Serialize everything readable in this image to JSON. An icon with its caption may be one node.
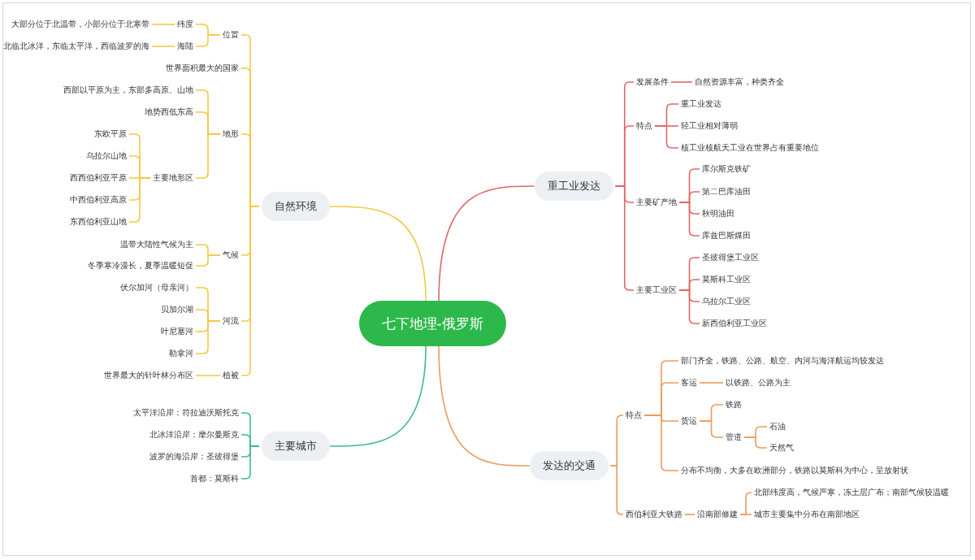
{
  "diagram": {
    "nodes": [
      {
        "text": [
          "七下地理-俄罗斯"
        ]
      },
      {
        "text": [
          "自然环境"
        ]
      },
      {
        "text": [
          "位置"
        ]
      },
      {
        "text": [
          "纬度"
        ]
      },
      {
        "text": [
          "大部分位于北温带，小部分位于北寒带"
        ]
      },
      {
        "text": [
          "海陆"
        ]
      },
      {
        "text": [
          "北临北冰洋，东临太平洋，西临波罗的海"
        ]
      },
      {
        "text": [
          "世界面积最大的国家"
        ]
      },
      {
        "text": [
          "地形"
        ]
      },
      {
        "text": [
          "西部以平原为主，东部多高原、山地"
        ]
      },
      {
        "text": [
          "地势西低东高"
        ]
      },
      {
        "text": [
          "主要地形区"
        ]
      },
      {
        "text": [
          "东欧平原"
        ]
      },
      {
        "text": [
          "乌拉尔山地"
        ]
      },
      {
        "text": [
          "西西伯利亚平原"
        ]
      },
      {
        "text": [
          "中西伯利亚高原"
        ]
      },
      {
        "text": [
          "东西伯利亚山地"
        ]
      },
      {
        "text": [
          "气候"
        ]
      },
      {
        "text": [
          "温带大陆性气候为主"
        ]
      },
      {
        "text": [
          "冬季寒冷漫长，夏季温暖短促"
        ]
      },
      {
        "text": [
          "河流"
        ]
      },
      {
        "text": [
          "伏尔加河（母亲河）"
        ]
      },
      {
        "text": [
          "贝加尔湖"
        ]
      },
      {
        "text": [
          "叶尼塞河"
        ]
      },
      {
        "text": [
          "勒拿河"
        ]
      },
      {
        "text": [
          "植被"
        ]
      },
      {
        "text": [
          "世界最大的针叶林分布区"
        ]
      },
      {
        "text": [
          "主要城市"
        ]
      },
      {
        "text": [
          "太平洋沿岸：符拉迪沃斯托克"
        ]
      },
      {
        "text": [
          "北冰洋沿岸：摩尔曼斯克"
        ]
      },
      {
        "text": [
          "波罗的海沿岸：圣彼得堡"
        ]
      },
      {
        "text": [
          "首都：莫斯科"
        ]
      },
      {
        "text": [
          "重工业发达"
        ]
      },
      {
        "text": [
          "发展条件"
        ]
      },
      {
        "text": [
          "自然资源丰富，种类齐全"
        ]
      },
      {
        "text": [
          "特点"
        ]
      },
      {
        "text": [
          "重工业发达"
        ]
      },
      {
        "text": [
          "轻工业相对薄弱"
        ]
      },
      {
        "text": [
          "核工业核航天工业在世界占有重要地位"
        ]
      },
      {
        "text": [
          "主要矿产地"
        ]
      },
      {
        "text": [
          "库尔斯克铁矿"
        ]
      },
      {
        "text": [
          "第二巴库油田"
        ]
      },
      {
        "text": [
          "秋明油田"
        ]
      },
      {
        "text": [
          "库兹巴斯煤田"
        ]
      },
      {
        "text": [
          "主要工业区"
        ]
      },
      {
        "text": [
          "圣彼得堡工业区"
        ]
      },
      {
        "text": [
          "莫斯科工业区"
        ]
      },
      {
        "text": [
          "乌拉尔工业区"
        ]
      },
      {
        "text": [
          "新西伯利亚工业区"
        ]
      },
      {
        "text": [
          "发达的交通"
        ]
      },
      {
        "text": [
          "特点"
        ]
      },
      {
        "text": [
          "部门齐全，铁路、公路、航空、内河与海洋航运均较发达"
        ]
      },
      {
        "text": [
          "客运"
        ]
      },
      {
        "text": [
          "以铁路、公路为主"
        ]
      },
      {
        "text": [
          "货运"
        ]
      },
      {
        "text": [
          "铁路"
        ]
      },
      {
        "text": [
          "管道"
        ]
      },
      {
        "text": [
          "石油"
        ]
      },
      {
        "text": [
          "天然气"
        ]
      },
      {
        "text": [
          "分布不均衡，大多在欧洲部分，铁路以莫斯科为中心，呈放射状"
        ]
      },
      {
        "text": [
          "西伯利亚大铁路"
        ]
      },
      {
        "text": [
          "沿南部修建"
        ]
      },
      {
        "text": [
          "北部纬度高，气候严寒，冻土层广布；南部气候较温暖"
        ]
      },
      {
        "text": [
          "城市主要集中分布在南部地区"
        ]
      }
    ],
    "edges": [
      {
        "from": 0,
        "to": 1,
        "arrow": "none"
      },
      {
        "from": 1,
        "to": 2,
        "arrow": "none"
      },
      {
        "from": 2,
        "to": 3,
        "arrow": "none"
      },
      {
        "from": 3,
        "to": 4,
        "arrow": "none"
      },
      {
        "from": 2,
        "to": 5,
        "arrow": "none"
      },
      {
        "from": 5,
        "to": 6,
        "arrow": "none"
      },
      {
        "from": 1,
        "to": 7,
        "arrow": "none"
      },
      {
        "from": 1,
        "to": 8,
        "arrow": "none"
      },
      {
        "from": 8,
        "to": 9,
        "arrow": "none"
      },
      {
        "from": 8,
        "to": 10,
        "arrow": "none"
      },
      {
        "from": 8,
        "to": 11,
        "arrow": "none"
      },
      {
        "from": 11,
        "to": 12,
        "arrow": "none"
      },
      {
        "from": 11,
        "to": 13,
        "arrow": "none"
      },
      {
        "from": 11,
        "to": 14,
        "arrow": "none"
      },
      {
        "from": 11,
        "to": 15,
        "arrow": "none"
      },
      {
        "from": 11,
        "to": 16,
        "arrow": "none"
      },
      {
        "from": 1,
        "to": 17,
        "arrow": "none"
      },
      {
        "from": 17,
        "to": 18,
        "arrow": "none"
      },
      {
        "from": 17,
        "to": 19,
        "arrow": "none"
      },
      {
        "from": 1,
        "to": 20,
        "arrow": "none"
      },
      {
        "from": 20,
        "to": 21,
        "arrow": "none"
      },
      {
        "from": 20,
        "to": 22,
        "arrow": "none"
      },
      {
        "from": 20,
        "to": 23,
        "arrow": "none"
      },
      {
        "from": 20,
        "to": 24,
        "arrow": "none"
      },
      {
        "from": 1,
        "to": 25,
        "arrow": "none"
      },
      {
        "from": 25,
        "to": 26,
        "arrow": "none"
      },
      {
        "from": 0,
        "to": 27,
        "arrow": "none",
        "color": "#3dbb8a"
      },
      {
        "from": 27,
        "to": 28,
        "arrow": "none",
        "color": "#3dbb8a"
      },
      {
        "from": 27,
        "to": 29,
        "arrow": "none",
        "color": "#3dbb8a"
      },
      {
        "from": 27,
        "to": 30,
        "arrow": "none",
        "color": "#3dbb8a"
      },
      {
        "from": 27,
        "to": 31,
        "arrow": "none",
        "color": "#3dbb8a"
      },
      {
        "from": 0,
        "to": 32,
        "arrow": "none",
        "color": "#e06666"
      },
      {
        "from": 32,
        "to": 33,
        "arrow": "none",
        "color": "#e06666"
      },
      {
        "from": 33,
        "to": 34,
        "arrow": "none",
        "color": "#e06666"
      },
      {
        "from": 32,
        "to": 35,
        "arrow": "none",
        "color": "#e06666"
      },
      {
        "from": 35,
        "to": 36,
        "arrow": "none",
        "color": "#e06666"
      },
      {
        "from": 35,
        "to": 37,
        "arrow": "none",
        "color": "#e06666"
      },
      {
        "from": 35,
        "to": 38,
        "arrow": "none",
        "color": "#e06666"
      },
      {
        "from": 32,
        "to": 39,
        "arrow": "none",
        "color": "#e06666"
      },
      {
        "from": 39,
        "to": 40,
        "arrow": "none",
        "color": "#e06666"
      },
      {
        "from": 39,
        "to": 41,
        "arrow": "none",
        "color": "#e06666"
      },
      {
        "from": 39,
        "to": 42,
        "arrow": "none",
        "color": "#e06666"
      },
      {
        "from": 39,
        "to": 43,
        "arrow": "none",
        "color": "#e06666"
      },
      {
        "from": 32,
        "to": 44,
        "arrow": "none",
        "color": "#e06666"
      },
      {
        "from": 44,
        "to": 45,
        "arrow": "none",
        "color": "#e06666"
      },
      {
        "from": 44,
        "to": 46,
        "arrow": "none",
        "color": "#e06666"
      },
      {
        "from": 44,
        "to": 47,
        "arrow": "none",
        "color": "#e06666"
      },
      {
        "from": 44,
        "to": 48,
        "arrow": "none",
        "color": "#e06666"
      },
      {
        "from": 0,
        "to": 49,
        "arrow": "none",
        "color": "#ec9a5a"
      },
      {
        "from": 49,
        "to": 50,
        "arrow": "none",
        "color": "#ec9a5a"
      },
      {
        "from": 50,
        "to": 51,
        "arrow": "none",
        "color": "#ec9a5a"
      },
      {
        "from": 50,
        "to": 52,
        "arrow": "none",
        "color": "#ec9a5a"
      },
      {
        "from": 52,
        "to": 53,
        "arrow": "none",
        "color": "#ec9a5a"
      },
      {
        "from": 50,
        "to": 54,
        "arrow": "none",
        "color": "#ec9a5a"
      },
      {
        "from": 54,
        "to": 55,
        "arrow": "none",
        "color": "#ec9a5a"
      },
      {
        "from": 54,
        "to": 56,
        "arrow": "none",
        "color": "#ec9a5a"
      },
      {
        "from": 56,
        "to": 57,
        "arrow": "none",
        "color": "#ec9a5a"
      },
      {
        "from": 56,
        "to": 58,
        "arrow": "none",
        "color": "#ec9a5a"
      },
      {
        "from": 50,
        "to": 59,
        "arrow": "none",
        "color": "#ec9a5a"
      },
      {
        "from": 49,
        "to": 60,
        "arrow": "none",
        "color": "#ec9a5a"
      },
      {
        "from": 60,
        "to": 61,
        "arrow": "none",
        "color": "#ec9a5a"
      },
      {
        "from": 61,
        "to": 62,
        "arrow": "none",
        "color": "#ec9a5a"
      },
      {
        "from": 61,
        "to": 63,
        "arrow": "none",
        "color": "#ec9a5a"
      }
    ]
  }
}
